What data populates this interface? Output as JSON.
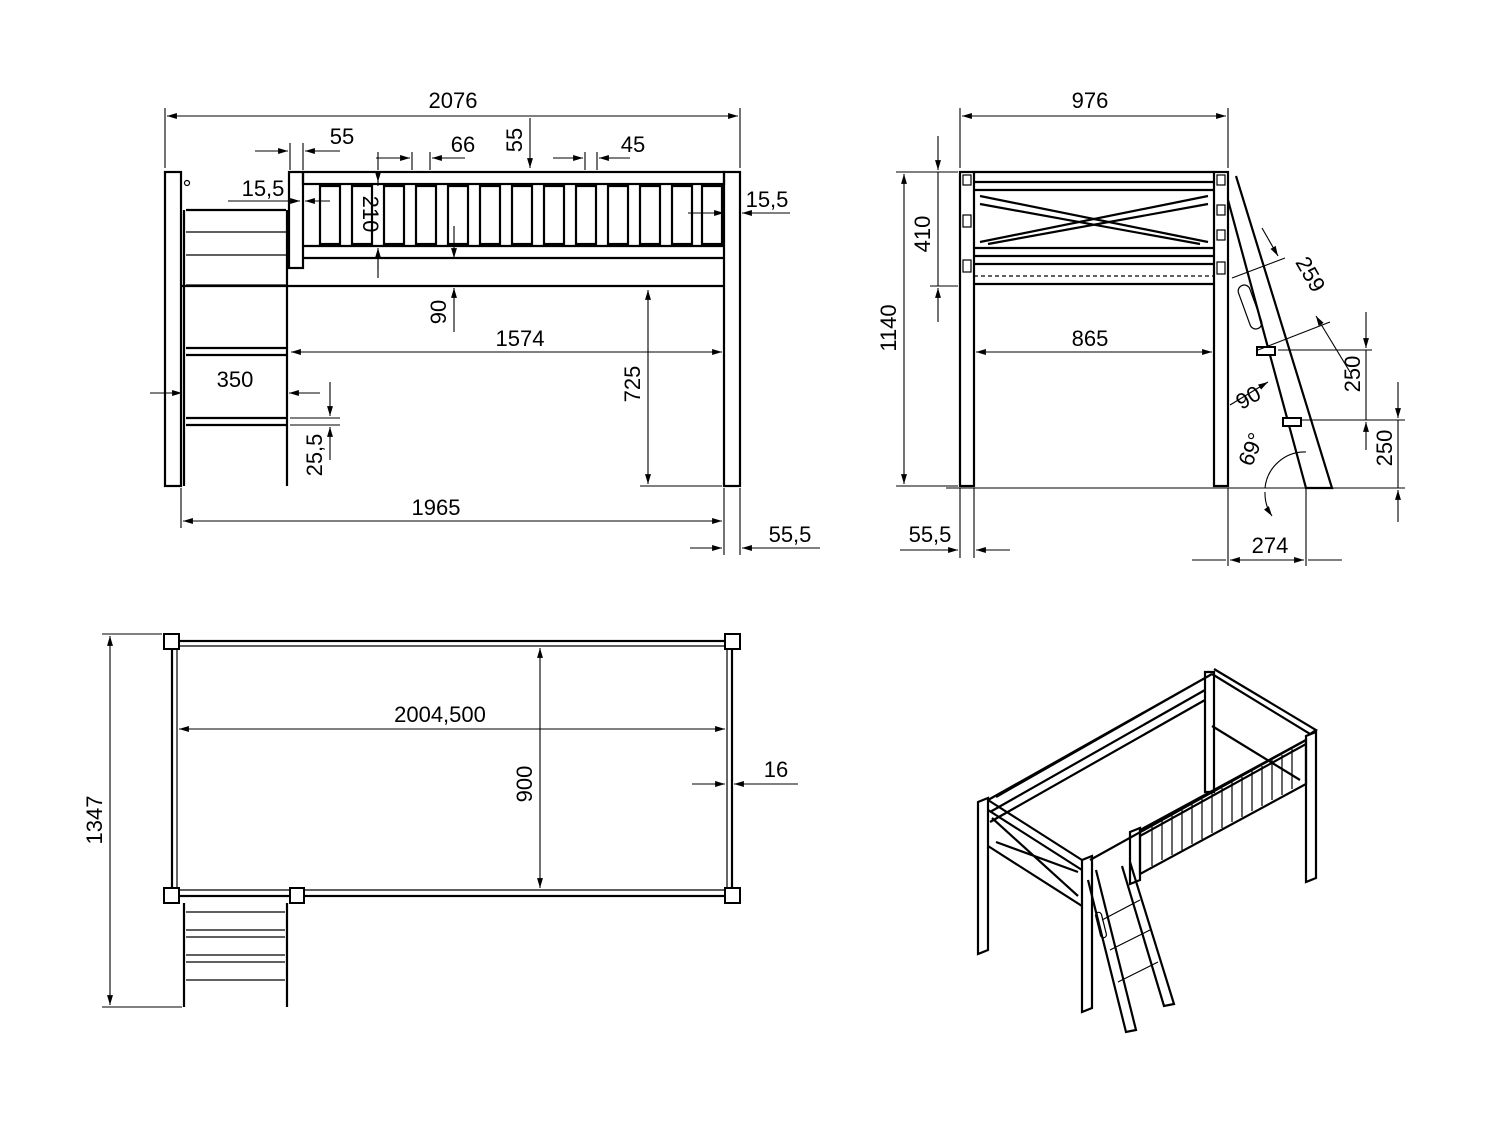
{
  "dimensions": {
    "front": {
      "total_width": "2076",
      "post": "55",
      "slat_gap": "66",
      "rail_top": "55",
      "slat": "45",
      "rail_left": "15,5",
      "rail_right": "15,5",
      "guard_height": "210",
      "rail_height": "90",
      "inner_length": "1574",
      "clearance": "725",
      "ladder_width": "350",
      "ladder_offset": "25,5",
      "leg_span": "1965",
      "post_edge": "55,5"
    },
    "side": {
      "total_width": "976",
      "guard_height": "410",
      "total_height": "1140",
      "inner_width": "865",
      "ladder_length": "259",
      "step_spacing_upper": "250",
      "step_spacing_lower": "250",
      "step_angle": "90",
      "ladder_angle": "69°",
      "post_edge": "55,5",
      "ladder_foot": "274"
    },
    "top": {
      "total_length": "1347",
      "inner_length": "2004,500",
      "inner_width": "900",
      "rail": "16"
    }
  }
}
